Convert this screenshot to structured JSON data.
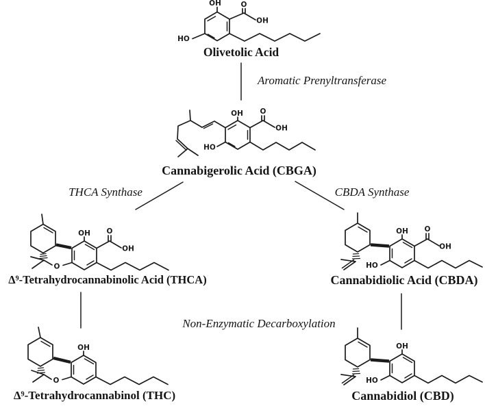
{
  "diagram": {
    "title_implicit": "Cannabinoid biosynthesis pathway",
    "colors": {
      "ink": "#1b1b1b",
      "background": "#ffffff"
    },
    "compounds": {
      "olivetolic": {
        "label": "Olivetolic Acid"
      },
      "cbga": {
        "label": "Cannabigerolic Acid (CBGA)"
      },
      "thca": {
        "label": "Δ⁹-Tetrahydrocannabinolic Acid (THCA)"
      },
      "cbda": {
        "label": "Cannabidiolic Acid (CBDA)"
      },
      "thc": {
        "label": "Δ⁹-Tetrahydrocannabinol (THC)"
      },
      "cbd": {
        "label": "Cannabidiol (CBD)"
      }
    },
    "enzymes": {
      "prenyltransferase": "Aromatic Prenyltransferase",
      "thca_synthase": "THCA Synthase",
      "cbda_synthase": "CBDA Synthase",
      "decarboxylation": "Non-Enzymatic Decarboxylation"
    },
    "atoms": {
      "olivetolic": {
        "hydroxyl_top": "OH",
        "carboxyl_o": "O",
        "carboxyl_oh": "OH",
        "hydroxyl_left": "HO"
      },
      "cbga": {
        "hydroxyl_top": "OH",
        "carboxyl_o": "O",
        "carboxyl_oh": "OH",
        "hydroxyl_left": "HO"
      },
      "thca": {
        "hydroxyl_top": "OH",
        "carboxyl_o": "O",
        "carboxyl_oh": "OH",
        "pyran_o": "O"
      },
      "cbda": {
        "hydroxyl_top": "OH",
        "carboxyl_o": "O",
        "carboxyl_oh": "OH",
        "hydroxyl_left": "HO"
      },
      "thc": {
        "hydroxyl_top": "OH",
        "pyran_o": "O"
      },
      "cbd": {
        "hydroxyl_top": "OH",
        "hydroxyl_left": "HO"
      }
    }
  }
}
